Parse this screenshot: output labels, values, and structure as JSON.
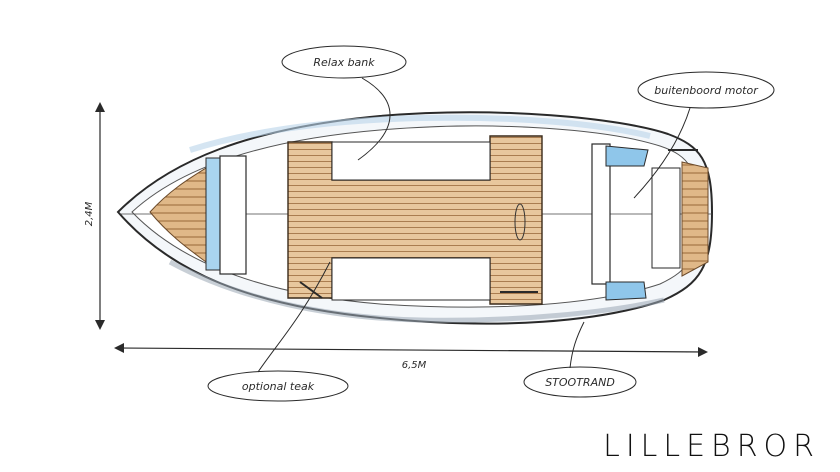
{
  "diagram": {
    "callouts": {
      "relax_bank": "Relax bank",
      "buitenboord_motor": "buitenboord motor",
      "optional_teak": "optional teak",
      "stootrand": "STOOTRAND"
    },
    "dimensions": {
      "width": "2,4M",
      "length": "6,5M"
    },
    "brand": "LILLEBROR"
  }
}
